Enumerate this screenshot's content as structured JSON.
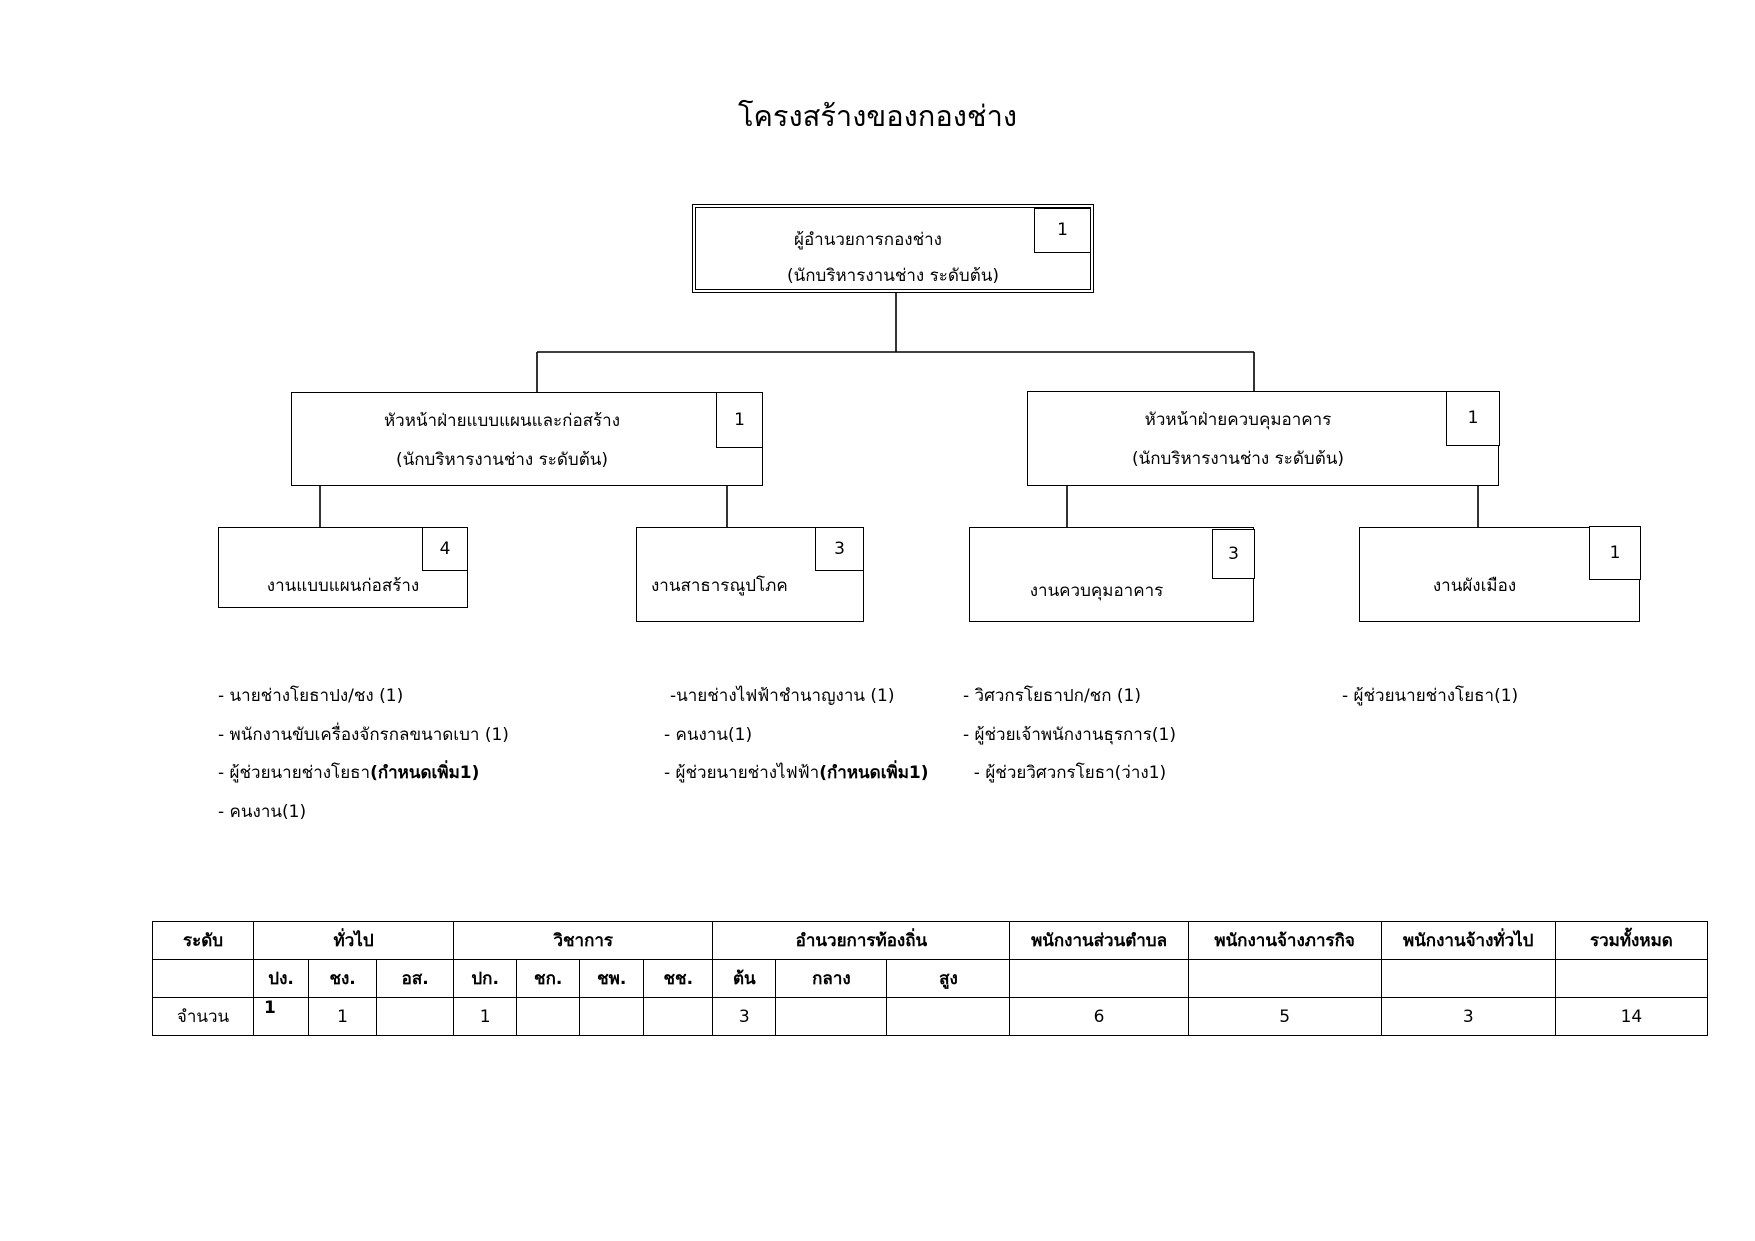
{
  "title": "โครงสร้างของกองช่าง",
  "director": {
    "title": "ผู้อำนวยการกองช่าง",
    "subtitle": "(นักบริหารงานช่าง ระดับต้น)",
    "count": "1"
  },
  "heads": [
    {
      "title": "หัวหน้าฝ่ายแบบแผนและก่อสร้าง",
      "subtitle": "(นักบริหารงานช่าง ระดับต้น)",
      "count": "1"
    },
    {
      "title": "หัวหน้าฝ่ายควบคุมอาคาร",
      "subtitle": "(นักบริหารงานช่าง ระดับต้น)",
      "count": "1"
    }
  ],
  "units": [
    {
      "label": "งานแบบแผนก่อสร้าง",
      "count": "4"
    },
    {
      "label": "งานสาธารณูปโภค",
      "count": "3"
    },
    {
      "label": "งานควบคุมอาคาร",
      "count": "3"
    },
    {
      "label": "งานผังเมือง",
      "count": "1"
    }
  ],
  "positions": {
    "col1": [
      {
        "text": "-  นายช่างโยธาปง/ชง (1)",
        "bold": ""
      },
      {
        "text": "-  พนักงานขับเครื่องจักรกลขนาดเบา (1)",
        "bold": ""
      },
      {
        "text": "-  ผู้ช่วยนายช่างโยธา",
        "bold": "(กำหนดเพิ่ม1)"
      },
      {
        "text": "-  คนงาน(1)",
        "bold": ""
      }
    ],
    "col2": [
      {
        "text": "-นายช่างไฟฟ้าชำนาญงาน (1)",
        "bold": ""
      },
      {
        "text": "- คนงาน(1)",
        "bold": ""
      },
      {
        "text": "- ผู้ช่วยนายช่างไฟฟ้า",
        "bold": "(กำหนดเพิ่ม1)"
      }
    ],
    "col3": [
      {
        "text": "- วิศวกรโยธาปก/ชก (1)",
        "bold": ""
      },
      {
        "text": "- ผู้ช่วยเจ้าพนักงานธุรการ(1)",
        "bold": ""
      },
      {
        "text": "  - ผู้ช่วยวิศวกรโยธา(ว่าง1)",
        "bold": ""
      }
    ],
    "col4": [
      {
        "text": "- ผู้ช่วยนายช่างโยธา(1)",
        "bold": ""
      }
    ]
  },
  "table": {
    "header1": [
      "ระดับ",
      "ทั่วไป",
      "วิชาการ",
      "อำนวยการท้องถิ่น",
      "พนักงานส่วนตำบล",
      "พนักงานจ้างภารกิจ",
      "พนักงานจ้างทั่วไป",
      "รวมทั้งหมด"
    ],
    "header2": [
      "",
      "ปง.",
      "ชง.",
      "อส.",
      "ปก.",
      "ชก.",
      "ชพ.",
      "ชช.",
      "ต้น",
      "กลาง",
      "สูง",
      "",
      "",
      "",
      ""
    ],
    "row_label": "จำนวน",
    "row": [
      "1",
      "1",
      "",
      "1",
      "",
      "",
      "",
      "3",
      "",
      "",
      "6",
      "5",
      "3",
      "14"
    ]
  }
}
